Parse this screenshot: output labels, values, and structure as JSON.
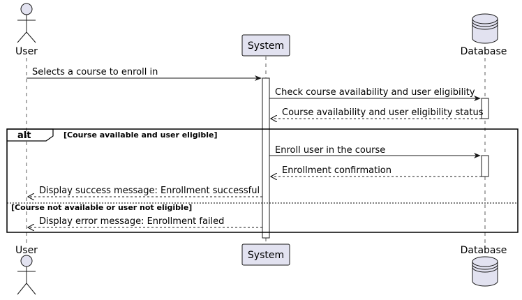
{
  "participants": {
    "user": "User",
    "system": "System",
    "database": "Database"
  },
  "messages": {
    "m1": "Selects a course to enroll in",
    "m2": "Check course availability and user eligibility",
    "m3": "Course availability and user eligibility status",
    "m4": "Enroll user in the course",
    "m5": "Enrollment confirmation",
    "m6": "Display success message: Enrollment successful",
    "m7": "Display error message: Enrollment failed"
  },
  "alt_frame": {
    "keyword": "alt",
    "guard_1": "[Course available and user eligible]",
    "guard_2": "[Course not available or user not eligible]"
  },
  "colors": {
    "participant_fill": "#e2e2f0",
    "participant_stroke": "#181818",
    "lifeline": "#181818",
    "activation_fill": "#ffffff"
  }
}
